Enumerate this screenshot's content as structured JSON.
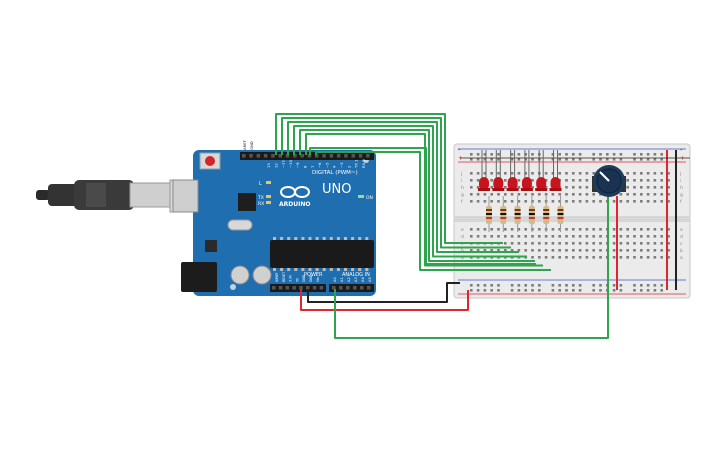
{
  "arduino": {
    "brand": "ARDUINO",
    "model": "UNO",
    "digital_header": "DIGITAL (PWM~)",
    "power_header": "POWER",
    "analog_header": "ANALOG IN",
    "led_l": "L",
    "led_tx": "TX",
    "led_rx": "RX",
    "led_on": "ON",
    "pin_aref": "AREF",
    "pin_gnd": "GND",
    "digital_pins": [
      "13",
      "12",
      "~11",
      "~10",
      "~9",
      "8",
      "7",
      "~6",
      "~5",
      "4",
      "~3",
      "2",
      "TX 1",
      "RX 0"
    ],
    "power_pins": [
      "IOREF",
      "RESET",
      "3.3V",
      "5V",
      "GND",
      "GND",
      "Vin"
    ],
    "analog_pins": [
      "A0",
      "A1",
      "A2",
      "A3",
      "A4",
      "A5"
    ]
  },
  "breadboard": {
    "rail_plus": "+",
    "rail_minus": "-",
    "row_letters_top": [
      "j",
      "i",
      "h",
      "g",
      "f"
    ],
    "row_letters_bottom": [
      "e",
      "d",
      "c",
      "b",
      "a"
    ]
  },
  "colors": {
    "board": "#1f6fb0",
    "board_dark": "#14507f",
    "breadboard": "#e9e9e9",
    "wire_green": "#2fa44f",
    "wire_red": "#e0262d",
    "wire_black": "#222222",
    "led": "#c8141c",
    "resistor": "#d6b98a"
  },
  "components": {
    "led_count": 6,
    "resistor_count": 6
  }
}
